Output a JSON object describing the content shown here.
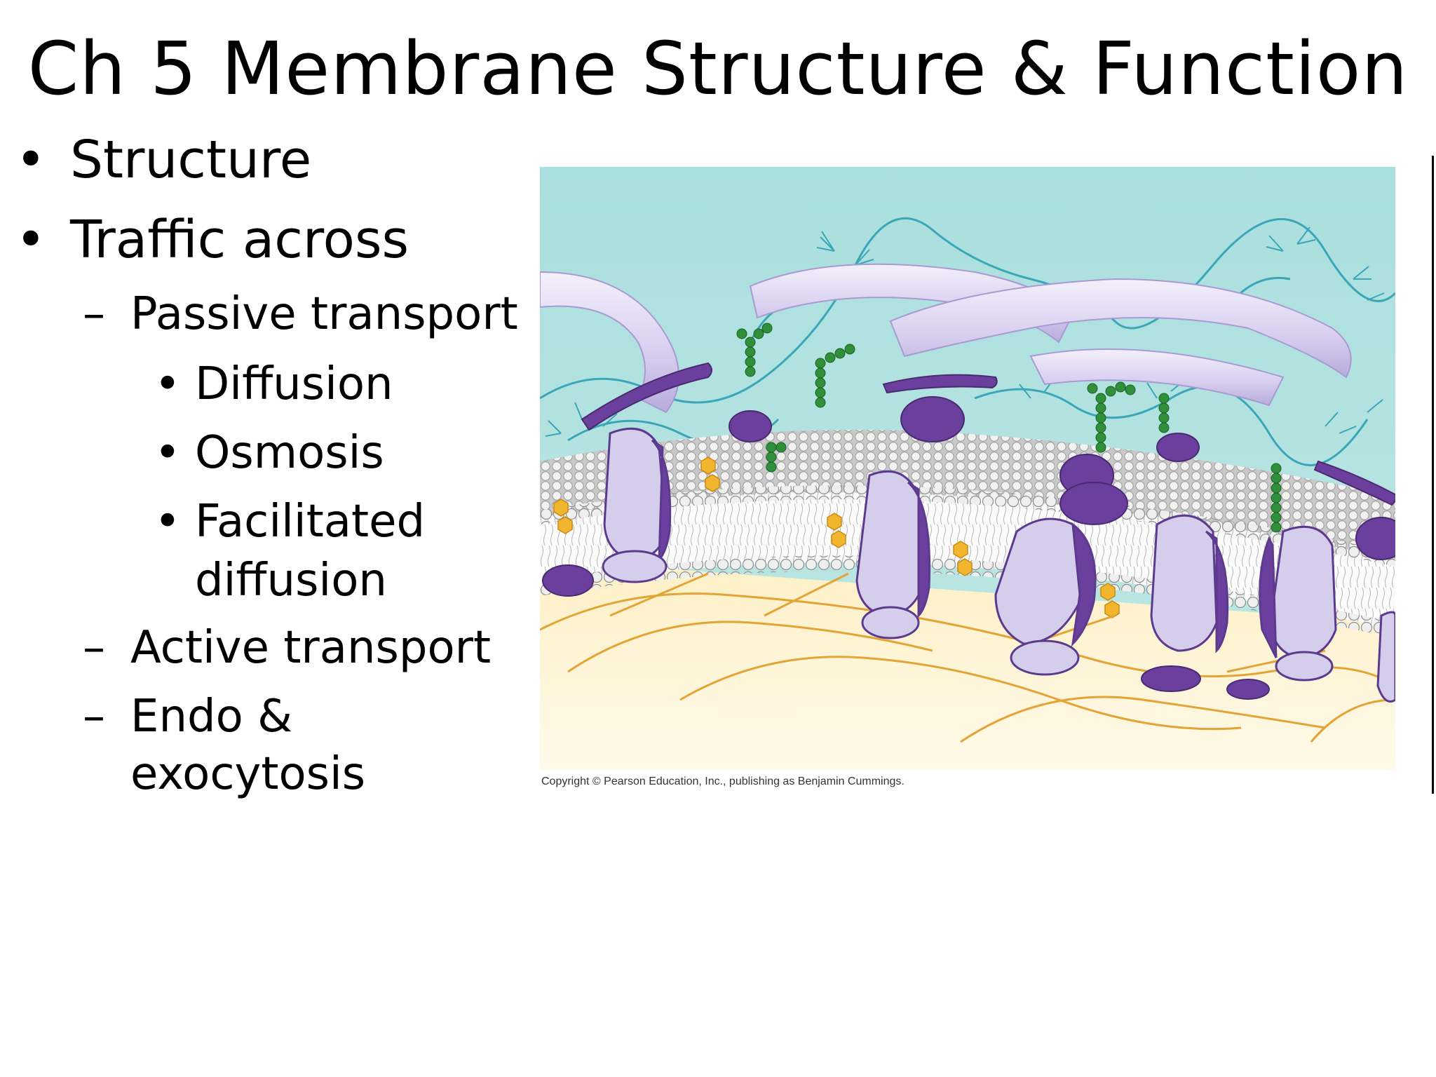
{
  "slide": {
    "title": "Ch 5 Membrane Structure & Function",
    "bullets": {
      "structure": "Structure",
      "traffic": "Traffic across",
      "passive": "Passive transport",
      "diffusion": "Diffusion",
      "osmosis": "Osmosis",
      "facilitated_1": "Facilitated",
      "facilitated_2": "diffusion",
      "active": "Active transport",
      "endo_1": "Endo &",
      "endo_2": "exocytosis"
    },
    "markers": {
      "bullet": "•",
      "dash": "–"
    }
  },
  "figure": {
    "copyright": "Copyright © Pearson Education, Inc., publishing as Benjamin Cummings.",
    "colors": {
      "extracellular": "#a6dcdc",
      "cytoplasm": "#fbefc8",
      "protein_light": "#d5cdec",
      "protein_dark": "#6b3f9e",
      "glycan": "#2f8f3a",
      "cholesterol": "#f2b62e",
      "fiber_ecm": "#3aa6b8",
      "cytoskeleton": "#e3a435",
      "lipid_head": "#e6e6e6"
    }
  }
}
